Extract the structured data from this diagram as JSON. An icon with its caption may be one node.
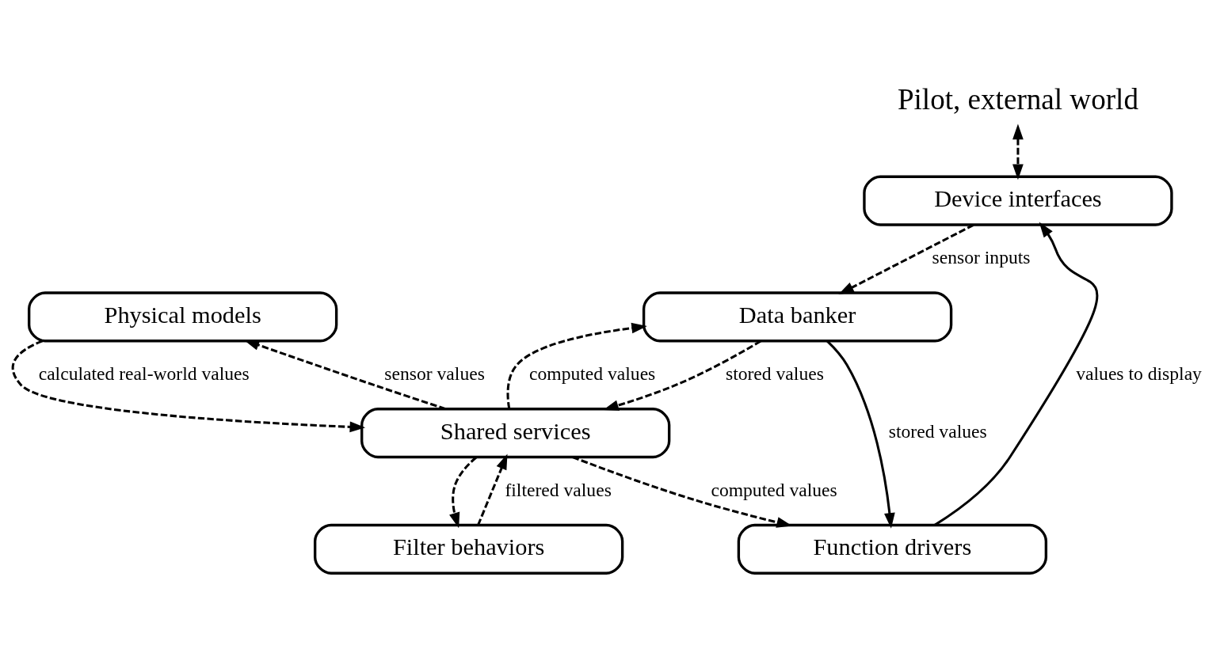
{
  "diagram": {
    "nodes": [
      {
        "text": [
          "Pilot, external world"
        ]
      },
      {
        "text": [
          "Device interfaces"
        ]
      },
      {
        "text": [
          "Data banker"
        ]
      },
      {
        "text": [
          "Shared services"
        ]
      },
      {
        "text": [
          "Function drivers"
        ]
      },
      {
        "text": [
          "Physical models"
        ]
      },
      {
        "text": [
          "Filter behaviors"
        ]
      }
    ],
    "edges": [
      {
        "from": 0,
        "to": 1,
        "arrow": "both",
        "style": "dashed"
      },
      {
        "from": 1,
        "to": 2,
        "arrow": "to",
        "style": "dashed",
        "label": "sensor inputs"
      },
      {
        "from": 3,
        "to": 2,
        "arrow": "to",
        "style": "dashed",
        "label": "computed values"
      },
      {
        "from": 2,
        "to": 3,
        "arrow": "to",
        "style": "dashed",
        "label": "stored values"
      },
      {
        "from": 3,
        "to": 4,
        "arrow": "to",
        "style": "dashed",
        "label": "computed values"
      },
      {
        "from": 2,
        "to": 4,
        "arrow": "to",
        "label": "stored values"
      },
      {
        "from": 4,
        "to": 1,
        "arrow": "to",
        "label": "values to display"
      },
      {
        "from": 5,
        "to": 3,
        "arrow": "to",
        "style": "dashed",
        "label": "calculated real-world values"
      },
      {
        "from": 3,
        "to": 5,
        "arrow": "to",
        "style": "dashed",
        "label": "sensor values"
      },
      {
        "from": 3,
        "to": 6,
        "arrow": "to",
        "style": "dashed"
      },
      {
        "from": 6,
        "to": 3,
        "arrow": "to",
        "style": "dashed",
        "label": "filtered values"
      }
    ]
  }
}
